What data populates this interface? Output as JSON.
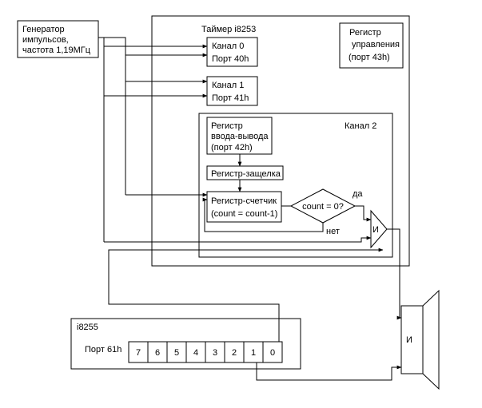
{
  "generator": {
    "lines": [
      "Генератор",
      "импульсов,",
      "частота 1,19МГц"
    ]
  },
  "timer": {
    "title": "Таймер i8253",
    "control": {
      "lines": [
        "Регистр",
        "управления",
        "(порт 43h)"
      ]
    },
    "channel0": {
      "lines": [
        "Канал 0",
        "Порт 40h"
      ]
    },
    "channel1": {
      "lines": [
        "Канал 1",
        "Порт 41h"
      ]
    },
    "channel2": {
      "title": "Канал 2",
      "io_register": {
        "lines": [
          "Регистр",
          "ввода-вывода",
          "(порт 42h)"
        ]
      },
      "latch": "Регистр-защелка",
      "counter": {
        "lines": [
          "Регистр-счетчик",
          "(count = count-1)"
        ]
      },
      "condition": "count = 0?",
      "yes": "да",
      "no": "нет",
      "gate": "И"
    }
  },
  "ppi": {
    "title": "i8255",
    "port_label": "Порт 61h",
    "bits": [
      "7",
      "6",
      "5",
      "4",
      "3",
      "2",
      "1",
      "0"
    ]
  },
  "speaker": {
    "gate": "И"
  }
}
